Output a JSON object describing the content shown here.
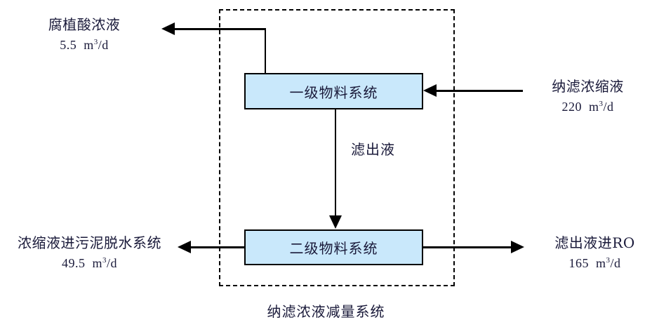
{
  "diagram": {
    "caption": "纳滤浓液减量系统",
    "boundary_label": "纳滤浓液减量系统",
    "boxes": [
      {
        "id": "primary",
        "label": "一级物料系统"
      },
      {
        "id": "secondary",
        "label": "二级物料系统"
      }
    ],
    "streams": [
      {
        "id": "humic-acid-out",
        "name": "腐植酸浓液",
        "rate_value": "5.5",
        "rate_unit_base": "m",
        "rate_unit_exp": "3",
        "rate_unit_per": "/d",
        "rate": "5.5 m3/d",
        "direction": "left"
      },
      {
        "id": "nanofiltration-in",
        "name": "纳滤浓缩液",
        "rate_value": "220",
        "rate_unit_base": "m",
        "rate_unit_exp": "3",
        "rate_unit_per": "/d",
        "rate": "220 m3/d",
        "direction": "left"
      },
      {
        "id": "filtrate-internal",
        "name": "滤出液",
        "rate": "",
        "direction": "down"
      },
      {
        "id": "concentrate-to-sludge",
        "name": "浓缩液进污泥脱水系统",
        "rate_value": "49.5",
        "rate_unit_base": "m",
        "rate_unit_exp": "3",
        "rate_unit_per": "/d",
        "rate": "49.5 m3/d",
        "direction": "left"
      },
      {
        "id": "filtrate-to-ro",
        "name": "滤出液进RO",
        "rate_value": "165",
        "rate_unit_base": "m",
        "rate_unit_exp": "3",
        "rate_unit_per": "/d",
        "rate": "165 m3/d",
        "direction": "right"
      }
    ],
    "colors": {
      "box_fill": "#c9e8fb",
      "stroke": "#000000",
      "text": "#1a1a3a",
      "background": "#ffffff"
    }
  }
}
